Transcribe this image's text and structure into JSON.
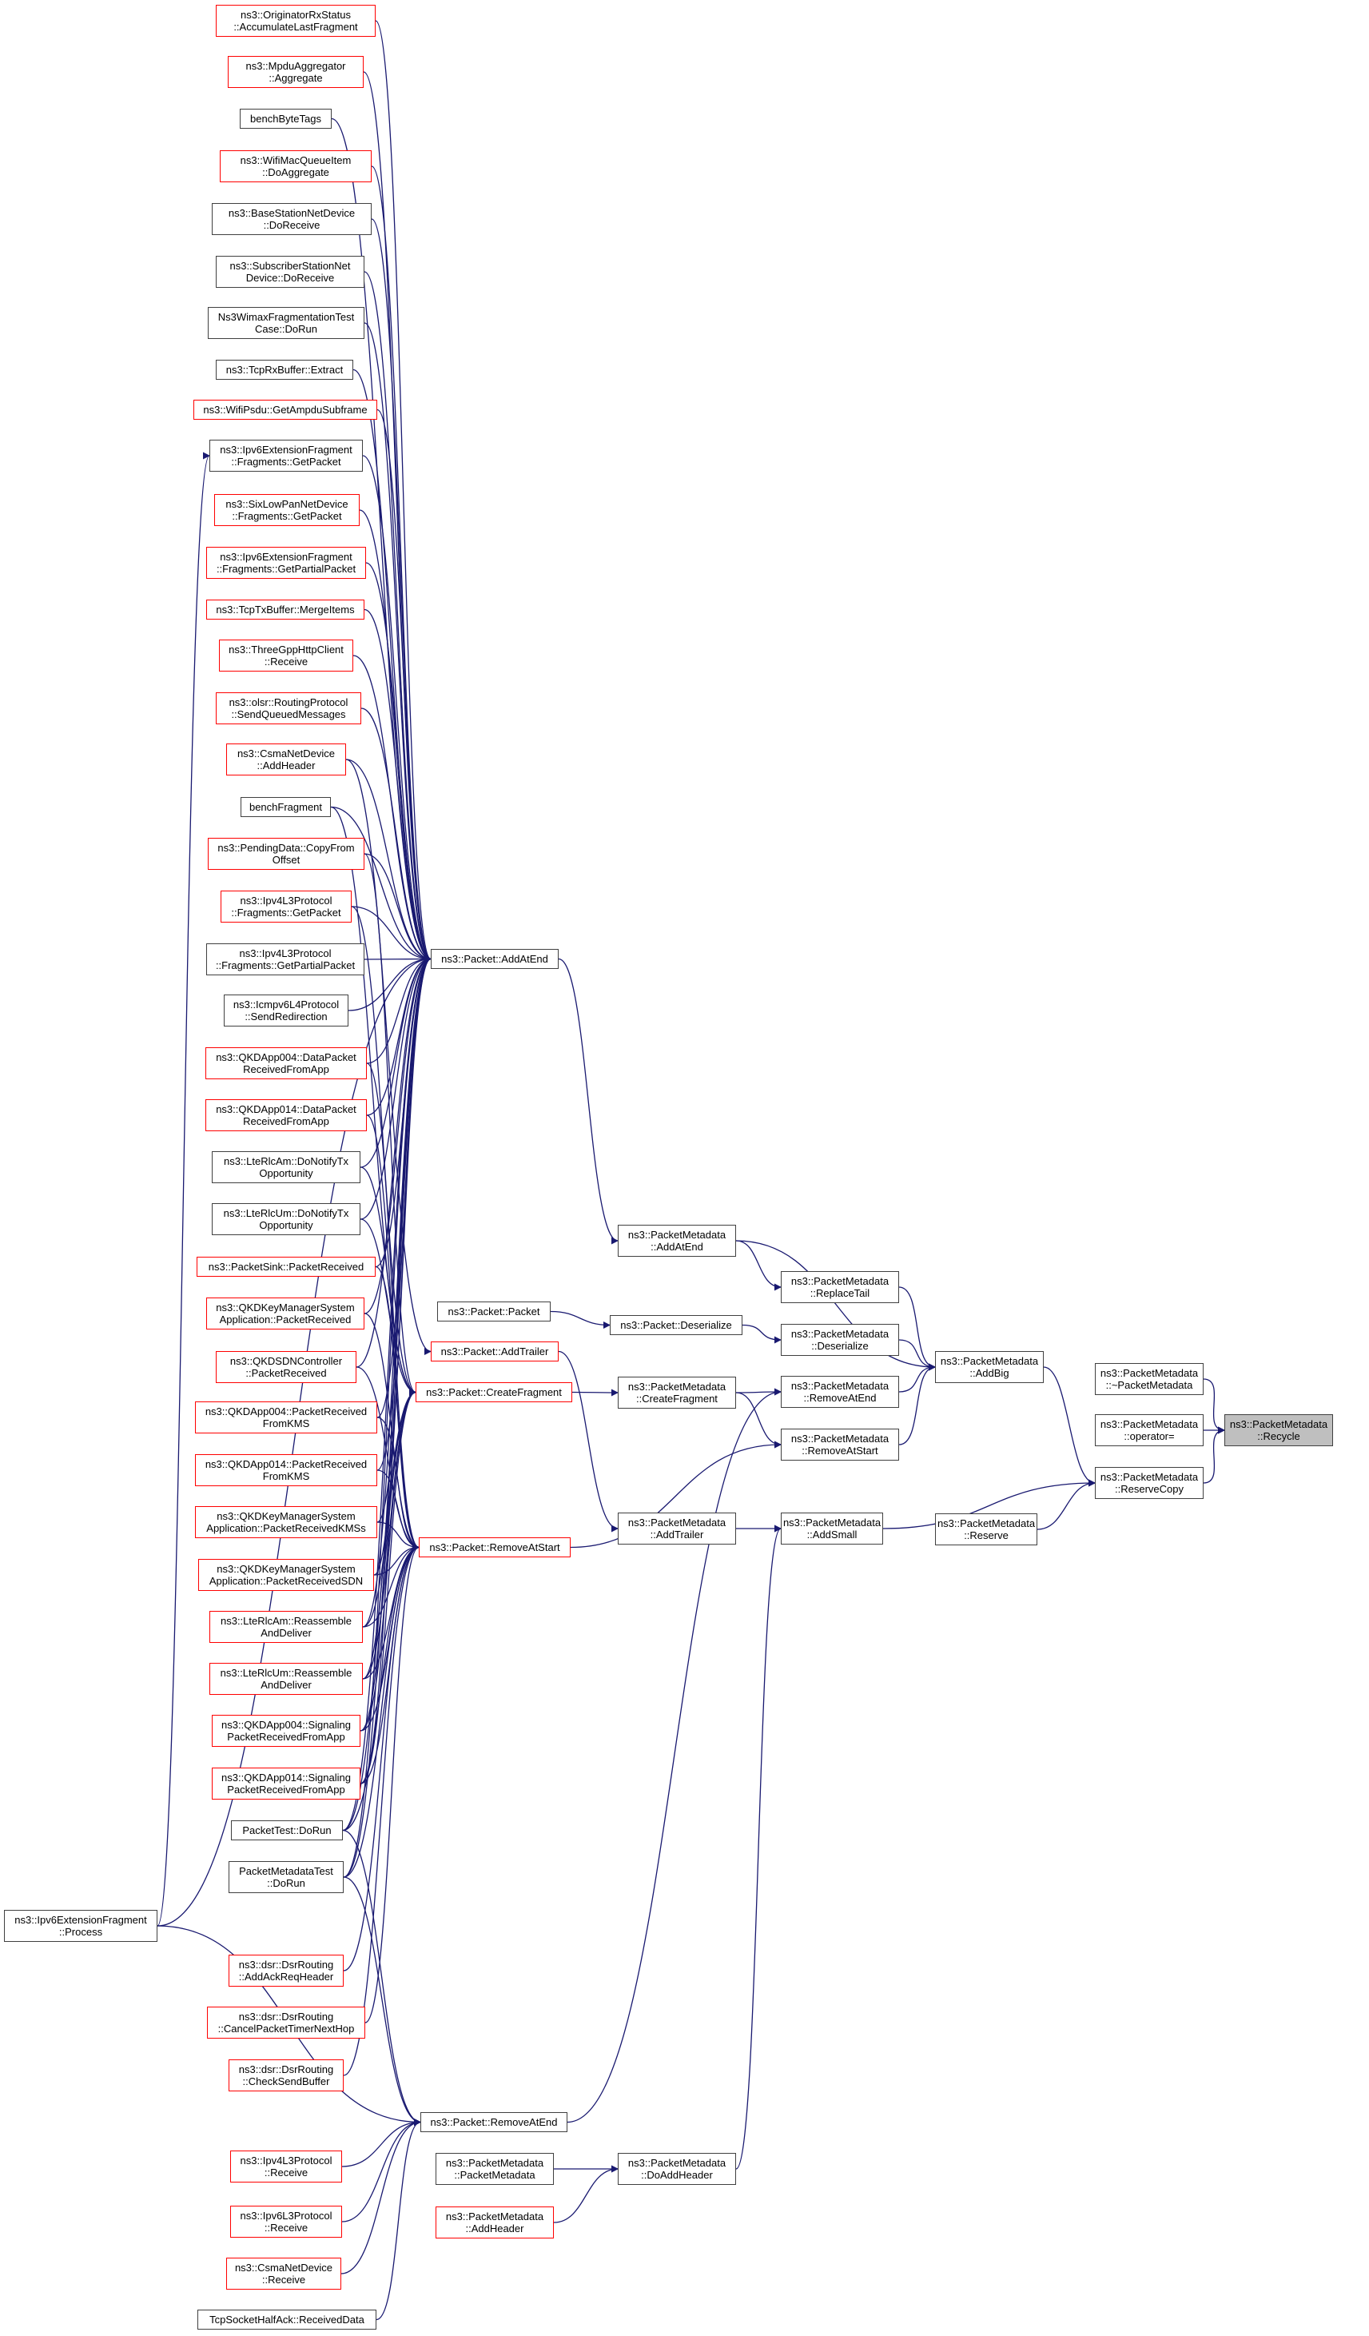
{
  "title": "ns3::PacketMetadata::Recycle caller graph",
  "colors": {
    "edge": "#191970",
    "border_default": "#404040",
    "border_truncated": "#ff0000",
    "focus_fill": "#bfbfbf"
  },
  "nodes": [
    {
      "id": "origAcc",
      "label": "ns3::OriginatorRxStatus\n::AccumulateLastFragment",
      "style": "red"
    },
    {
      "id": "mpduAgg",
      "label": "ns3::MpduAggregator\n::Aggregate",
      "style": "red"
    },
    {
      "id": "benchByteTags",
      "label": "benchByteTags",
      "style": "normal"
    },
    {
      "id": "wifiMacQ",
      "label": "ns3::WifiMacQueueItem\n::DoAggregate",
      "style": "red"
    },
    {
      "id": "bsDoRecv",
      "label": "ns3::BaseStationNetDevice\n::DoReceive",
      "style": "normal"
    },
    {
      "id": "ssDoRecv",
      "label": "ns3::SubscriberStationNet\nDevice::DoReceive",
      "style": "normal"
    },
    {
      "id": "wimaxTest",
      "label": "Ns3WimaxFragmentationTest\nCase::DoRun",
      "style": "normal"
    },
    {
      "id": "tcpRxExtract",
      "label": "ns3::TcpRxBuffer::Extract",
      "style": "normal"
    },
    {
      "id": "wifiPsdu",
      "label": "ns3::WifiPsdu::GetAmpduSubframe",
      "style": "red"
    },
    {
      "id": "ipv6FragGet",
      "label": "ns3::Ipv6ExtensionFragment\n::Fragments::GetPacket",
      "style": "normal"
    },
    {
      "id": "sixLowPan",
      "label": "ns3::SixLowPanNetDevice\n::Fragments::GetPacket",
      "style": "red"
    },
    {
      "id": "ipv6FragPartial",
      "label": "ns3::Ipv6ExtensionFragment\n::Fragments::GetPartialPacket",
      "style": "red"
    },
    {
      "id": "tcpTxMerge",
      "label": "ns3::TcpTxBuffer::MergeItems",
      "style": "red"
    },
    {
      "id": "threeGpp",
      "label": "ns3::ThreeGppHttpClient\n::Receive",
      "style": "red"
    },
    {
      "id": "olsr",
      "label": "ns3::olsr::RoutingProtocol\n::SendQueuedMessages",
      "style": "red"
    },
    {
      "id": "csmaAddHdr",
      "label": "ns3::CsmaNetDevice\n::AddHeader",
      "style": "red"
    },
    {
      "id": "benchFragment",
      "label": "benchFragment",
      "style": "normal"
    },
    {
      "id": "pendingData",
      "label": "ns3::PendingData::CopyFrom\nOffset",
      "style": "red"
    },
    {
      "id": "ipv4FragGet",
      "label": "ns3::Ipv4L3Protocol\n::Fragments::GetPacket",
      "style": "red"
    },
    {
      "id": "ipv4FragPartial",
      "label": "ns3::Ipv4L3Protocol\n::Fragments::GetPartialPacket",
      "style": "normal"
    },
    {
      "id": "icmpv6",
      "label": "ns3::Icmpv6L4Protocol\n::SendRedirection",
      "style": "normal"
    },
    {
      "id": "qkd004Data",
      "label": "ns3::QKDApp004::DataPacket\nReceivedFromApp",
      "style": "red"
    },
    {
      "id": "qkd014Data",
      "label": "ns3::QKDApp014::DataPacket\nReceivedFromApp",
      "style": "red"
    },
    {
      "id": "lteAmNotify",
      "label": "ns3::LteRlcAm::DoNotifyTx\nOpportunity",
      "style": "normal"
    },
    {
      "id": "lteUmNotify",
      "label": "ns3::LteRlcUm::DoNotifyTx\nOpportunity",
      "style": "normal"
    },
    {
      "id": "packetSink",
      "label": "ns3::PacketSink::PacketReceived",
      "style": "red"
    },
    {
      "id": "kmsPktRecv",
      "label": "ns3::QKDKeyManagerSystem\nApplication::PacketReceived",
      "style": "red"
    },
    {
      "id": "sdnCtrl",
      "label": "ns3::QKDSDNController\n::PacketReceived",
      "style": "red"
    },
    {
      "id": "qkd004KMS",
      "label": "ns3::QKDApp004::PacketReceived\nFromKMS",
      "style": "red"
    },
    {
      "id": "qkd014KMS",
      "label": "ns3::QKDApp014::PacketReceived\nFromKMS",
      "style": "red"
    },
    {
      "id": "kmsKMSs",
      "label": "ns3::QKDKeyManagerSystem\nApplication::PacketReceivedKMSs",
      "style": "red"
    },
    {
      "id": "kmsSDN",
      "label": "ns3::QKDKeyManagerSystem\nApplication::PacketReceivedSDN",
      "style": "red"
    },
    {
      "id": "lteAmReasm",
      "label": "ns3::LteRlcAm::Reassemble\nAndDeliver",
      "style": "red"
    },
    {
      "id": "lteUmReasm",
      "label": "ns3::LteRlcUm::Reassemble\nAndDeliver",
      "style": "red"
    },
    {
      "id": "qkd004Sig",
      "label": "ns3::QKDApp004::Signaling\nPacketReceivedFromApp",
      "style": "red"
    },
    {
      "id": "qkd014Sig",
      "label": "ns3::QKDApp014::Signaling\nPacketReceivedFromApp",
      "style": "red"
    },
    {
      "id": "packetTest",
      "label": "PacketTest::DoRun",
      "style": "normal"
    },
    {
      "id": "pmTest",
      "label": "PacketMetadataTest\n::DoRun",
      "style": "normal"
    },
    {
      "id": "ipv6Process",
      "label": "ns3::Ipv6ExtensionFragment\n::Process",
      "style": "normal"
    },
    {
      "id": "dsrAck",
      "label": "ns3::dsr::DsrRouting\n::AddAckReqHeader",
      "style": "red"
    },
    {
      "id": "dsrCancel",
      "label": "ns3::dsr::DsrRouting\n::CancelPacketTimerNextHop",
      "style": "red"
    },
    {
      "id": "dsrCheck",
      "label": "ns3::dsr::DsrRouting\n::CheckSendBuffer",
      "style": "red"
    },
    {
      "id": "ipv4Recv",
      "label": "ns3::Ipv4L3Protocol\n::Receive",
      "style": "red"
    },
    {
      "id": "ipv6Recv",
      "label": "ns3::Ipv6L3Protocol\n::Receive",
      "style": "red"
    },
    {
      "id": "csmaRecv",
      "label": "ns3::CsmaNetDevice\n::Receive",
      "style": "red"
    },
    {
      "id": "tcpHalfAck",
      "label": "TcpSocketHalfAck::ReceivedData",
      "style": "normal"
    },
    {
      "id": "pAddAtEnd",
      "label": "ns3::Packet::AddAtEnd",
      "style": "normal"
    },
    {
      "id": "pPacket",
      "label": "ns3::Packet::Packet",
      "style": "normal"
    },
    {
      "id": "pAddTrailer",
      "label": "ns3::Packet::AddTrailer",
      "style": "red"
    },
    {
      "id": "pCreateFrag",
      "label": "ns3::Packet::CreateFragment",
      "style": "red"
    },
    {
      "id": "pRemoveAtStart",
      "label": "ns3::Packet::RemoveAtStart",
      "style": "red"
    },
    {
      "id": "pRemoveAtEnd",
      "label": "ns3::Packet::RemoveAtEnd",
      "style": "normal"
    },
    {
      "id": "pmPM",
      "label": "ns3::PacketMetadata\n::PacketMetadata",
      "style": "normal"
    },
    {
      "id": "pmAddHeader",
      "label": "ns3::PacketMetadata\n::AddHeader",
      "style": "red"
    },
    {
      "id": "pmAddAtEnd",
      "label": "ns3::PacketMetadata\n::AddAtEnd",
      "style": "normal"
    },
    {
      "id": "pDeserialize",
      "label": "ns3::Packet::Deserialize",
      "style": "normal"
    },
    {
      "id": "pmCreateFrag",
      "label": "ns3::PacketMetadata\n::CreateFragment",
      "style": "normal"
    },
    {
      "id": "pmAddTrailer",
      "label": "ns3::PacketMetadata\n::AddTrailer",
      "style": "normal"
    },
    {
      "id": "pmDoAddHeader",
      "label": "ns3::PacketMetadata\n::DoAddHeader",
      "style": "normal"
    },
    {
      "id": "pmReplaceTail",
      "label": "ns3::PacketMetadata\n::ReplaceTail",
      "style": "normal"
    },
    {
      "id": "pmDeserialize",
      "label": "ns3::PacketMetadata\n::Deserialize",
      "style": "normal"
    },
    {
      "id": "pmRemoveAtEnd",
      "label": "ns3::PacketMetadata\n::RemoveAtEnd",
      "style": "normal"
    },
    {
      "id": "pmRemoveAtStart",
      "label": "ns3::PacketMetadata\n::RemoveAtStart",
      "style": "normal"
    },
    {
      "id": "pmAddSmall",
      "label": "ns3::PacketMetadata\n::AddSmall",
      "style": "normal"
    },
    {
      "id": "pmAddBig",
      "label": "ns3::PacketMetadata\n::AddBig",
      "style": "normal"
    },
    {
      "id": "pmReserve",
      "label": "ns3::PacketMetadata\n::Reserve",
      "style": "normal"
    },
    {
      "id": "pmDtor",
      "label": "ns3::PacketMetadata\n::~PacketMetadata",
      "style": "normal"
    },
    {
      "id": "pmOpAssign",
      "label": "ns3::PacketMetadata\n::operator=",
      "style": "normal"
    },
    {
      "id": "pmReserveCopy",
      "label": "ns3::PacketMetadata\n::ReserveCopy",
      "style": "normal"
    },
    {
      "id": "pmRecycle",
      "label": "ns3::PacketMetadata\n::Recycle",
      "style": "focus"
    }
  ],
  "edges": [
    [
      "origAcc",
      "pAddAtEnd"
    ],
    [
      "mpduAgg",
      "pAddAtEnd"
    ],
    [
      "benchByteTags",
      "pAddAtEnd"
    ],
    [
      "wifiMacQ",
      "pAddAtEnd"
    ],
    [
      "bsDoRecv",
      "pAddAtEnd"
    ],
    [
      "ssDoRecv",
      "pAddAtEnd"
    ],
    [
      "wimaxTest",
      "pAddAtEnd"
    ],
    [
      "tcpRxExtract",
      "pAddAtEnd"
    ],
    [
      "wifiPsdu",
      "pAddAtEnd"
    ],
    [
      "ipv6FragGet",
      "pAddAtEnd"
    ],
    [
      "sixLowPan",
      "pAddAtEnd"
    ],
    [
      "ipv6FragPartial",
      "pAddAtEnd"
    ],
    [
      "tcpTxMerge",
      "pAddAtEnd"
    ],
    [
      "threeGpp",
      "pAddAtEnd"
    ],
    [
      "olsr",
      "pAddAtEnd"
    ],
    [
      "csmaAddHdr",
      "pAddAtEnd"
    ],
    [
      "benchFragment",
      "pAddAtEnd"
    ],
    [
      "pendingData",
      "pAddAtEnd"
    ],
    [
      "ipv4FragGet",
      "pAddAtEnd"
    ],
    [
      "ipv4FragPartial",
      "pAddAtEnd"
    ],
    [
      "icmpv6",
      "pAddAtEnd"
    ],
    [
      "qkd004Data",
      "pAddAtEnd"
    ],
    [
      "qkd014Data",
      "pAddAtEnd"
    ],
    [
      "lteAmNotify",
      "pAddAtEnd"
    ],
    [
      "lteUmNotify",
      "pAddAtEnd"
    ],
    [
      "packetSink",
      "pAddAtEnd"
    ],
    [
      "kmsPktRecv",
      "pAddAtEnd"
    ],
    [
      "sdnCtrl",
      "pAddAtEnd"
    ],
    [
      "qkd004KMS",
      "pAddAtEnd"
    ],
    [
      "qkd014KMS",
      "pAddAtEnd"
    ],
    [
      "kmsKMSs",
      "pAddAtEnd"
    ],
    [
      "kmsSDN",
      "pAddAtEnd"
    ],
    [
      "lteAmReasm",
      "pAddAtEnd"
    ],
    [
      "lteUmReasm",
      "pAddAtEnd"
    ],
    [
      "qkd004Sig",
      "pAddAtEnd"
    ],
    [
      "qkd014Sig",
      "pAddAtEnd"
    ],
    [
      "packetTest",
      "pAddAtEnd"
    ],
    [
      "pmTest",
      "pAddAtEnd"
    ],
    [
      "ipv6Process",
      "pAddAtEnd"
    ],
    [
      "ipv6Process",
      "ipv6FragGet"
    ],
    [
      "csmaAddHdr",
      "pAddTrailer"
    ],
    [
      "benchFragment",
      "pCreateFrag"
    ],
    [
      "pendingData",
      "pCreateFrag"
    ],
    [
      "ipv4FragGet",
      "pCreateFrag"
    ],
    [
      "lteAmNotify",
      "pCreateFrag"
    ],
    [
      "lteUmNotify",
      "pCreateFrag"
    ],
    [
      "packetTest",
      "pCreateFrag"
    ],
    [
      "pmTest",
      "pCreateFrag"
    ],
    [
      "lteAmReasm",
      "pCreateFrag"
    ],
    [
      "lteUmReasm",
      "pCreateFrag"
    ],
    [
      "qkd004Sig",
      "pCreateFrag"
    ],
    [
      "qkd014Sig",
      "pCreateFrag"
    ],
    [
      "qkd004Data",
      "pRemoveAtStart"
    ],
    [
      "qkd014Data",
      "pRemoveAtStart"
    ],
    [
      "packetSink",
      "pRemoveAtStart"
    ],
    [
      "kmsPktRecv",
      "pRemoveAtStart"
    ],
    [
      "sdnCtrl",
      "pRemoveAtStart"
    ],
    [
      "qkd004KMS",
      "pRemoveAtStart"
    ],
    [
      "qkd014KMS",
      "pRemoveAtStart"
    ],
    [
      "kmsKMSs",
      "pRemoveAtStart"
    ],
    [
      "kmsSDN",
      "pRemoveAtStart"
    ],
    [
      "lteAmReasm",
      "pRemoveAtStart"
    ],
    [
      "lteUmReasm",
      "pRemoveAtStart"
    ],
    [
      "qkd004Sig",
      "pRemoveAtStart"
    ],
    [
      "qkd014Sig",
      "pRemoveAtStart"
    ],
    [
      "packetTest",
      "pRemoveAtStart"
    ],
    [
      "pmTest",
      "pRemoveAtStart"
    ],
    [
      "dsrAck",
      "pRemoveAtStart"
    ],
    [
      "dsrCancel",
      "pRemoveAtStart"
    ],
    [
      "dsrCheck",
      "pRemoveAtStart"
    ],
    [
      "ipv6Process",
      "pRemoveAtEnd"
    ],
    [
      "packetTest",
      "pRemoveAtEnd"
    ],
    [
      "pmTest",
      "pRemoveAtEnd"
    ],
    [
      "ipv4Recv",
      "pRemoveAtEnd"
    ],
    [
      "ipv6Recv",
      "pRemoveAtEnd"
    ],
    [
      "csmaRecv",
      "pRemoveAtEnd"
    ],
    [
      "tcpHalfAck",
      "pRemoveAtEnd"
    ],
    [
      "pAddAtEnd",
      "pmAddAtEnd"
    ],
    [
      "pPacket",
      "pDeserialize"
    ],
    [
      "pAddTrailer",
      "pmAddTrailer"
    ],
    [
      "pCreateFrag",
      "pmCreateFrag"
    ],
    [
      "pRemoveAtStart",
      "pmRemoveAtStart"
    ],
    [
      "pRemoveAtEnd",
      "pmRemoveAtEnd"
    ],
    [
      "pmAddAtEnd",
      "pmReplaceTail"
    ],
    [
      "pmAddAtEnd",
      "pmAddBig"
    ],
    [
      "pDeserialize",
      "pmDeserialize"
    ],
    [
      "pmCreateFrag",
      "pmRemoveAtEnd"
    ],
    [
      "pmCreateFrag",
      "pmRemoveAtStart"
    ],
    [
      "pmAddTrailer",
      "pmAddSmall"
    ],
    [
      "pmPM",
      "pmDoAddHeader"
    ],
    [
      "pmAddHeader",
      "pmDoAddHeader"
    ],
    [
      "pmDoAddHeader",
      "pmAddSmall"
    ],
    [
      "pmReplaceTail",
      "pmAddBig"
    ],
    [
      "pmDeserialize",
      "pmAddBig"
    ],
    [
      "pmRemoveAtEnd",
      "pmAddBig"
    ],
    [
      "pmRemoveAtStart",
      "pmAddBig"
    ],
    [
      "pmAddSmall",
      "pmReserveCopy"
    ],
    [
      "pmAddBig",
      "pmReserveCopy"
    ],
    [
      "pmReserve",
      "pmReserveCopy"
    ],
    [
      "pmDtor",
      "pmRecycle"
    ],
    [
      "pmOpAssign",
      "pmRecycle"
    ],
    [
      "pmReserveCopy",
      "pmRecycle"
    ]
  ]
}
